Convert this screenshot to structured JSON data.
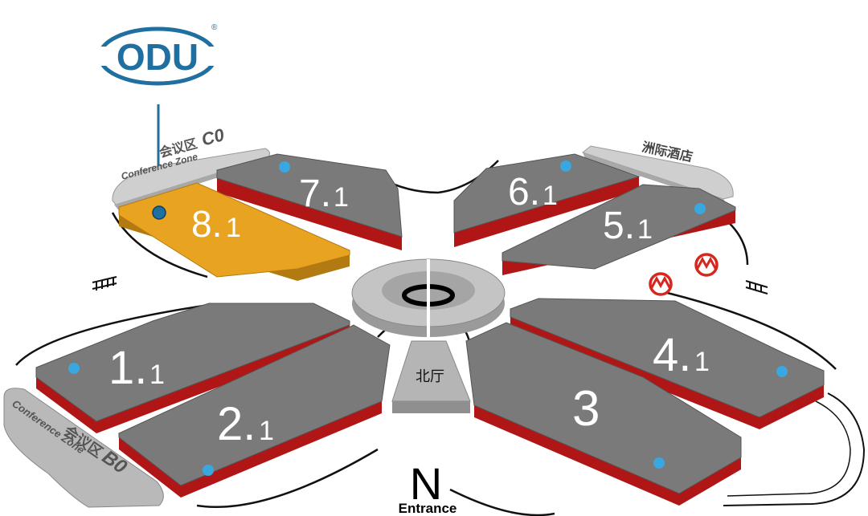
{
  "logo": {
    "text": "ODU",
    "registered": "®"
  },
  "halls": {
    "h81": {
      "main": "8.",
      "sub": "1"
    },
    "h71": {
      "main": "7.",
      "sub": "1"
    },
    "h61": {
      "main": "6.",
      "sub": "1"
    },
    "h51": {
      "main": "5.",
      "sub": "1"
    },
    "h11": {
      "main": "1.",
      "sub": "1"
    },
    "h21": {
      "main": "2.",
      "sub": "1"
    },
    "h41": {
      "main": "4.",
      "sub": "1"
    },
    "h3": {
      "main": "3"
    }
  },
  "conference_c0": {
    "cn": "会议区",
    "code": "C0",
    "en": "Conference Zone"
  },
  "conference_b0": {
    "cn": "会议区",
    "code": "B0",
    "en": "Conference Zone"
  },
  "hotel": "洲际酒店",
  "north_hall": "北厅",
  "compass": {
    "letter": "N",
    "entrance": "Entrance"
  },
  "colors": {
    "hall_top": "#7a7a7a",
    "hall_side": "#b01616",
    "highlight": "#e8a321",
    "marker": "#3aa7e0",
    "metro": "#d7261e",
    "logo_blue": "#1f6fa0"
  },
  "icons": [
    "metro-icon",
    "stairs-icon",
    "booth-marker-icon"
  ]
}
